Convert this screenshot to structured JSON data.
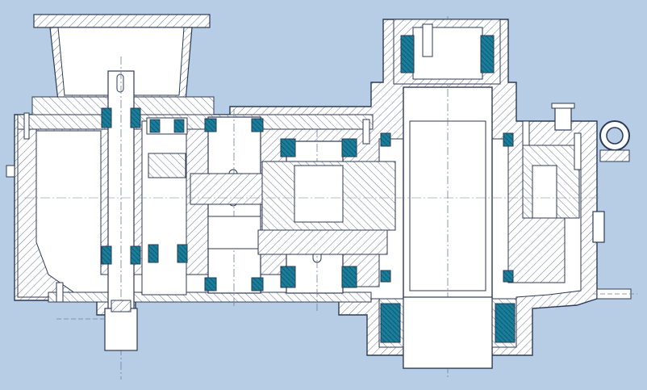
{
  "drawing": {
    "kind": "engineering cross-section",
    "colors": {
      "background": "#b7cde6",
      "paper": "#ffffff",
      "line": "#2c3a55",
      "hatch": "#5d6b84",
      "bearing_roller": "#1a7d9a",
      "centerline": "#6f7f98"
    },
    "parts": [
      {
        "id": "housing",
        "icon": "gearbox-housing"
      },
      {
        "id": "input-funnel",
        "icon": "inlet-flange"
      },
      {
        "id": "input-shaft",
        "icon": "shaft"
      },
      {
        "id": "intermediate-shaft-1",
        "icon": "shaft"
      },
      {
        "id": "intermediate-shaft-2",
        "icon": "shaft"
      },
      {
        "id": "output-shaft",
        "icon": "hollow-shaft"
      },
      {
        "id": "lifting-eye",
        "icon": "lifting-eye"
      },
      {
        "id": "drain-plug",
        "icon": "drain-plug"
      },
      {
        "id": "breather",
        "icon": "breather-valve"
      },
      {
        "id": "bearing-set",
        "icon": "tapered-roller-bearing",
        "count": 12
      }
    ]
  }
}
